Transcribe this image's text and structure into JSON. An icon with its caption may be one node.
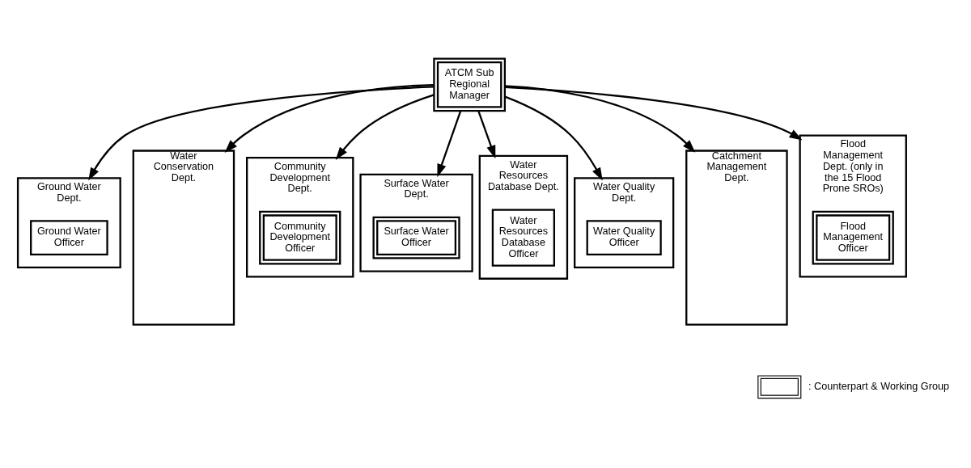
{
  "diagram": {
    "nodes": [
      {
        "text": [
          "ATCM Sub Regional Manager"
        ]
      },
      {
        "text": [
          "Ground Water Dept."
        ]
      },
      {
        "text": [
          "Ground Water Officer"
        ],
        "in": 1
      },
      {
        "text": [
          "Water Conservation Dept."
        ]
      },
      {
        "text": [
          "Community Development Dept."
        ]
      },
      {
        "text": [
          "Community Development Officer"
        ],
        "in": 4
      },
      {
        "text": [
          "Surface Water Dept."
        ]
      },
      {
        "text": [
          "Surface Water Officer"
        ],
        "in": 6
      },
      {
        "text": [
          "Water Resources Database Dept."
        ]
      },
      {
        "text": [
          "Water Resources Database Officer"
        ],
        "in": 8
      },
      {
        "text": [
          "Water Quality Dept."
        ]
      },
      {
        "text": [
          "Water Quality Officer"
        ],
        "in": 10
      },
      {
        "text": [
          "Catchment Management Dept."
        ]
      },
      {
        "text": [
          "Flood Management Dept. (only in the 15 Flood Prone SROs)"
        ]
      },
      {
        "text": [
          "Flood Management Officer"
        ],
        "in": 13
      }
    ],
    "edges": [
      {
        "from": 0,
        "to": 1,
        "arrow": "to"
      },
      {
        "from": 0,
        "to": 3,
        "arrow": "to"
      },
      {
        "from": 0,
        "to": 4,
        "arrow": "to"
      },
      {
        "from": 0,
        "to": 6,
        "arrow": "to"
      },
      {
        "from": 0,
        "to": 8,
        "arrow": "to"
      },
      {
        "from": 0,
        "to": 10,
        "arrow": "to"
      },
      {
        "from": 0,
        "to": 12,
        "arrow": "to"
      },
      {
        "from": 0,
        "to": 13,
        "arrow": "to"
      }
    ],
    "legend": [
      {
        "text": ": Counterpart & Working Group"
      }
    ]
  }
}
